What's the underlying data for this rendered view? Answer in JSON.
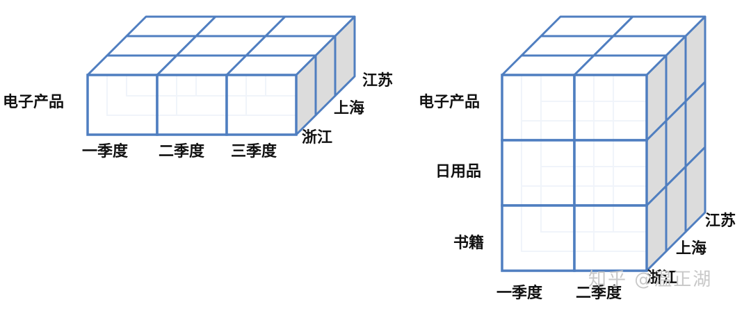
{
  "left_cube": {
    "row_label": "电子产品",
    "column_labels": [
      "一季度",
      "二季度",
      "三季度"
    ],
    "depth_labels": [
      "浙江",
      "上海",
      "江苏"
    ]
  },
  "right_cube": {
    "row_labels": [
      "电子产品",
      "日用品",
      "书籍"
    ],
    "column_labels": [
      "一季度",
      "二季度"
    ],
    "depth_labels": [
      "浙江",
      "上海",
      "江苏"
    ]
  },
  "watermark": "知乎 @温正湖",
  "colors": {
    "edge": "#4f7ec0",
    "top_face": "#ffffff",
    "front_face": "#ffffff",
    "side_face": "#dcdcdc",
    "inner_lines": "#c8d6ec"
  }
}
